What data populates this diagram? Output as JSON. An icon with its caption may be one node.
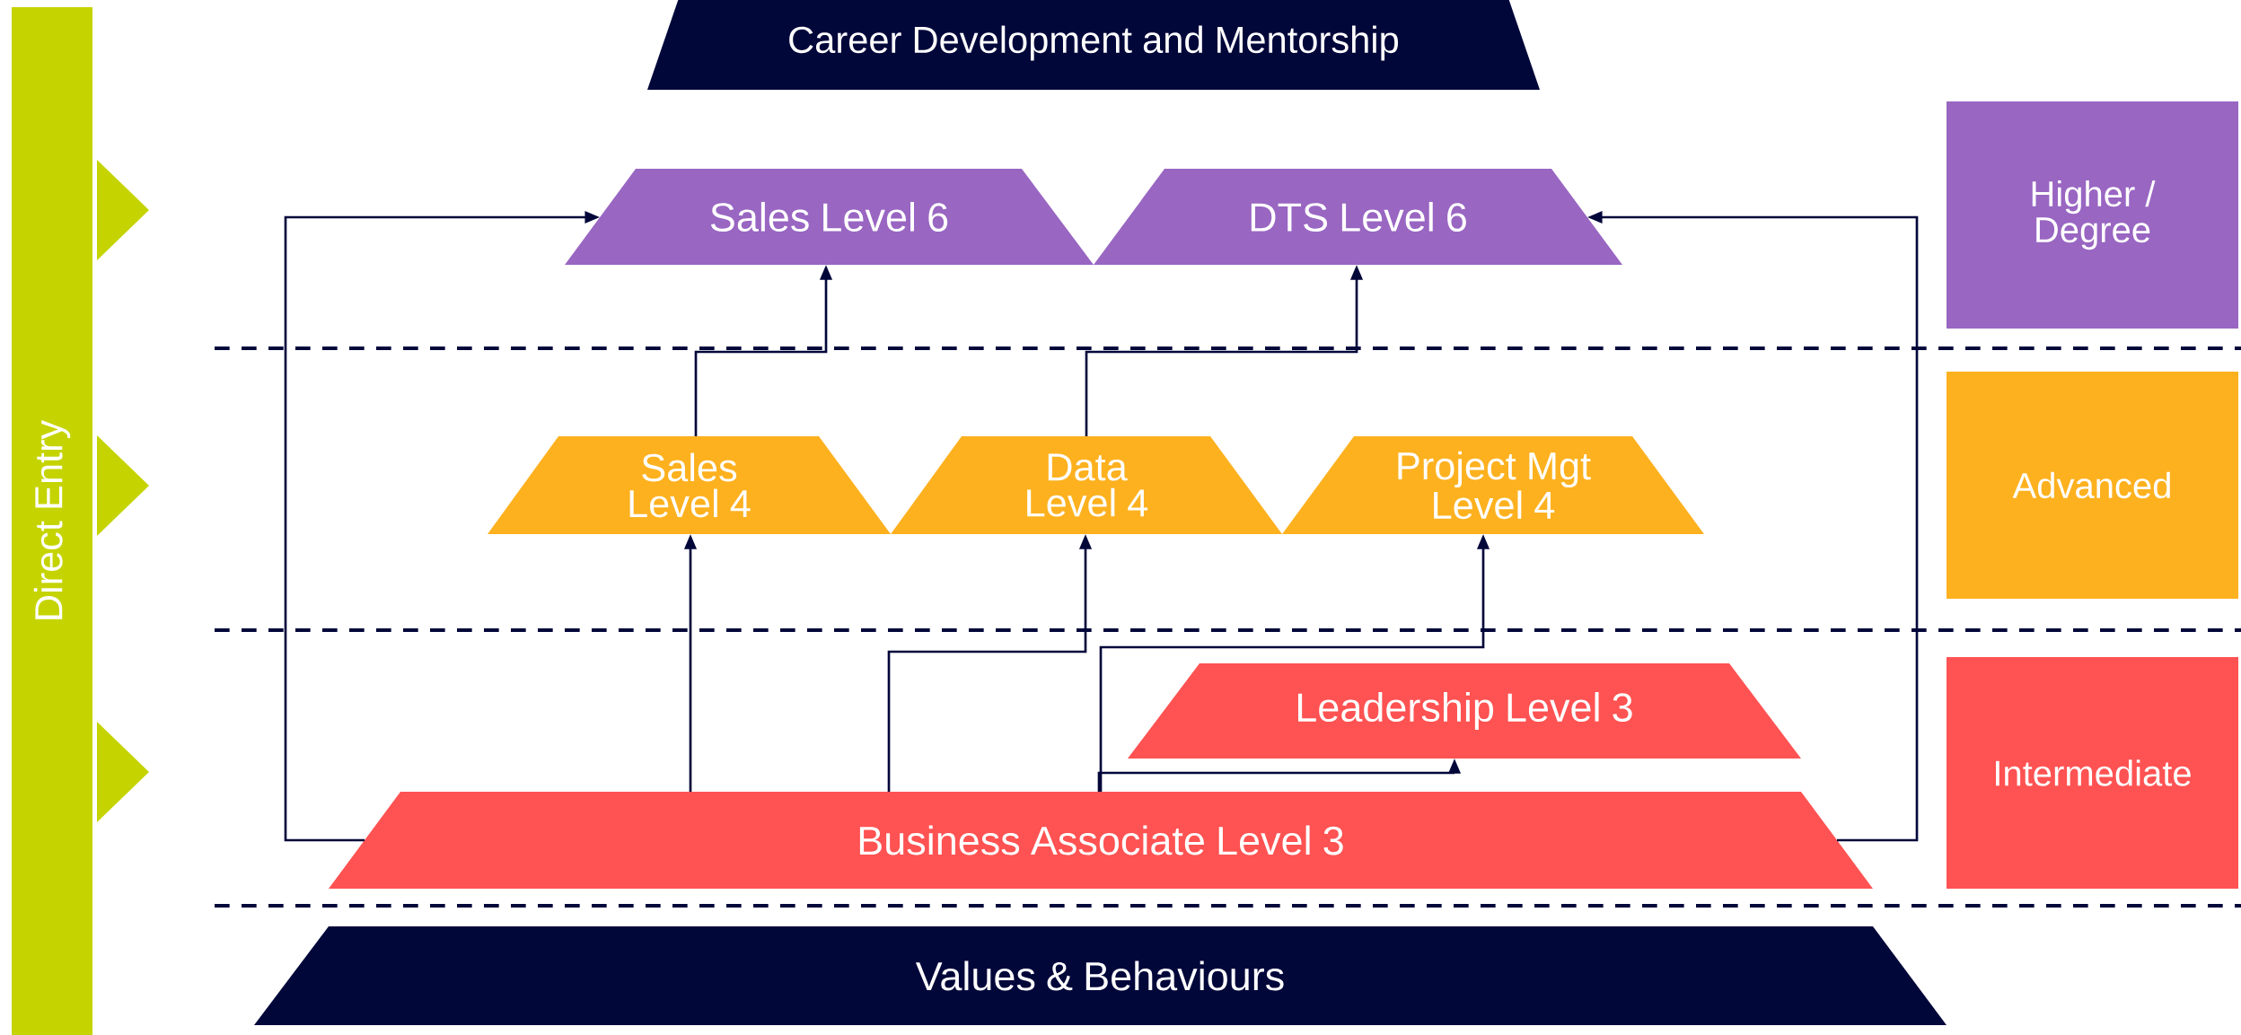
{
  "diagram": {
    "nodes": [
      {
        "text": [
          "Career Development and Mentorship"
        ]
      },
      {
        "text": [
          "Direct Entry"
        ]
      },
      {
        "text": [
          "Sales Level 6"
        ]
      },
      {
        "text": [
          "DTS Level 6"
        ]
      },
      {
        "text": [
          "Higher / Degree"
        ]
      },
      {
        "text": [
          "Sales Level 4"
        ]
      },
      {
        "text": [
          "Data Level 4"
        ]
      },
      {
        "text": [
          "Project Mgt Level 4"
        ]
      },
      {
        "text": [
          "Advanced"
        ]
      },
      {
        "text": [
          "Leadership Level 3"
        ]
      },
      {
        "text": [
          "Intermediate"
        ]
      },
      {
        "text": [
          "Business Associate Level 3"
        ]
      },
      {
        "text": [
          "Values & Behaviours"
        ]
      }
    ],
    "edges": [
      {
        "from": 11,
        "to": 2,
        "arrow": "to"
      },
      {
        "from": 11,
        "to": 3,
        "arrow": "to"
      },
      {
        "from": 5,
        "to": 2,
        "arrow": "to"
      },
      {
        "from": 6,
        "to": 3,
        "arrow": "to"
      },
      {
        "from": 11,
        "to": 5,
        "arrow": "to"
      },
      {
        "from": 11,
        "to": 6,
        "arrow": "to"
      },
      {
        "from": 11,
        "to": 7,
        "arrow": "to"
      },
      {
        "from": 11,
        "to": 9,
        "arrow": "to"
      }
    ]
  }
}
